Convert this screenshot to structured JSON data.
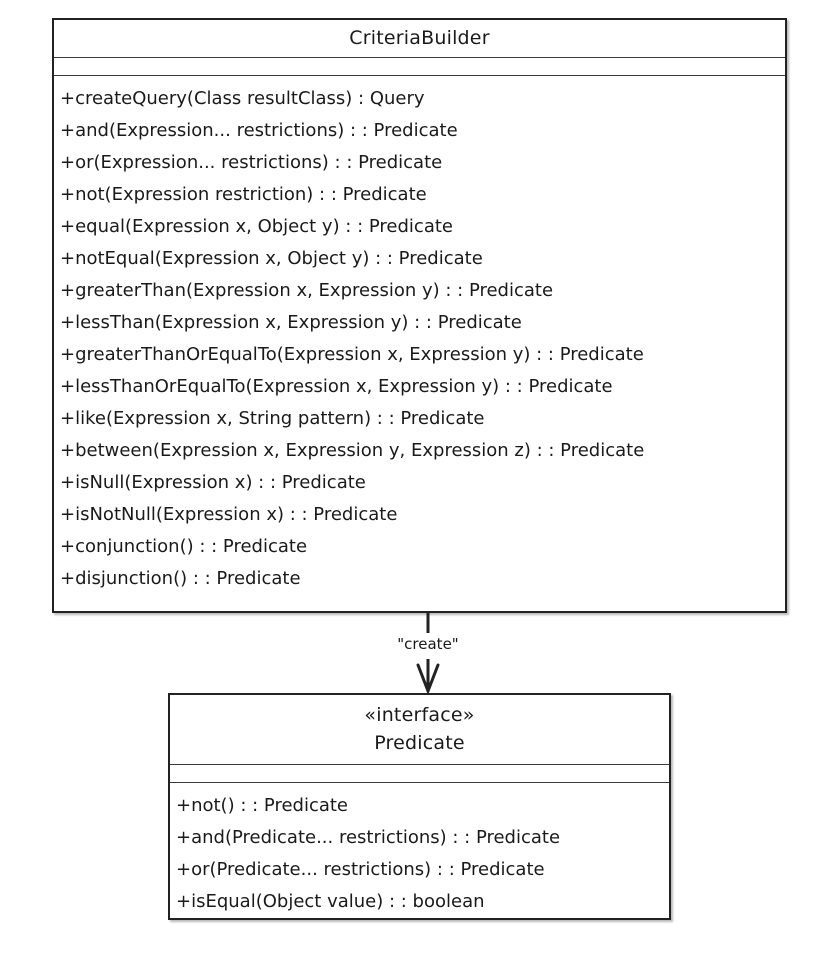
{
  "diagram": {
    "type": "uml-class-diagram",
    "background_color": "#ffffff",
    "line_color": "#222222",
    "text_color": "#1a1a1a"
  },
  "classes": [
    {
      "id": "criteriabuilder",
      "name": "CriteriaBuilder",
      "stereotype": "",
      "attributes": [],
      "operations": [
        "+createQuery(Class resultClass) : Query",
        "+and(Expression... restrictions) : : Predicate",
        "+or(Expression... restrictions) : : Predicate",
        "+not(Expression restriction) : : Predicate",
        "+equal(Expression x, Object y) : : Predicate",
        "+notEqual(Expression x, Object y) : : Predicate",
        "+greaterThan(Expression x, Expression y) : : Predicate",
        "+lessThan(Expression x, Expression y) : : Predicate",
        "+greaterThanOrEqualTo(Expression x, Expression y) : : Predicate",
        "+lessThanOrEqualTo(Expression x, Expression y) : : Predicate",
        "+like(Expression x, String pattern) : : Predicate",
        "+between(Expression x, Expression y, Expression z) : : Predicate",
        "+isNull(Expression x) : : Predicate",
        "+isNotNull(Expression x) : : Predicate",
        "+conjunction() : : Predicate",
        "+disjunction() : : Predicate"
      ]
    },
    {
      "id": "predicate",
      "name": "Predicate",
      "stereotype": "«interface»",
      "attributes": [],
      "operations": [
        "+not() : : Predicate",
        "+and(Predicate... restrictions) : : Predicate",
        "+or(Predicate... restrictions) : : Predicate",
        "+isEqual(Object value) : : boolean"
      ]
    }
  ],
  "relationships": [
    {
      "id": "create",
      "kind": "dependency",
      "label": "\"create\"",
      "from": "criteriabuilder",
      "to": "predicate",
      "arrowhead": "open"
    }
  ]
}
